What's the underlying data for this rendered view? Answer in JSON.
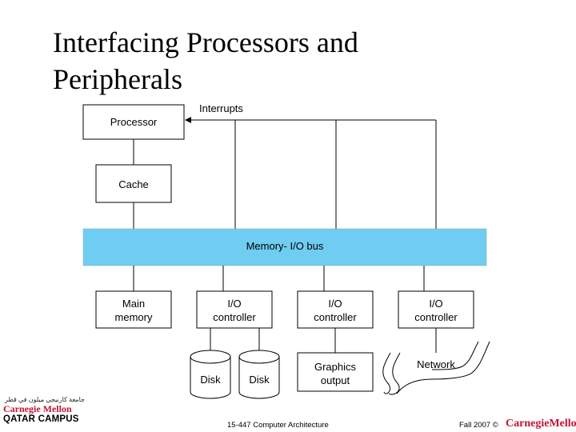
{
  "slide": {
    "title_line1": "Interfacing Processors and",
    "title_line2": "Peripherals"
  },
  "diagram": {
    "processor": "Processor",
    "interrupts": "Interrupts",
    "cache": "Cache",
    "bus": "Memory- I/O bus",
    "main_memory_line1": "Main",
    "main_memory_line2": "memory",
    "io_line1": "I/O",
    "io_line2": "controller",
    "disk1": "Disk",
    "disk2": "Disk",
    "graphics_line1": "Graphics",
    "graphics_line2": "output",
    "network": "Network",
    "bus_color": "#6fcdf2"
  },
  "footer": {
    "logo_arabic": "جامعة كارنيجي ميلون في قطر",
    "logo_cmu": "Carnegie Mellon",
    "logo_campus": "QATAR CAMPUS",
    "course": "15-447 Computer Architecture",
    "term": "Fall 2007 ©",
    "cmu_right": "CarnegieMellon"
  }
}
